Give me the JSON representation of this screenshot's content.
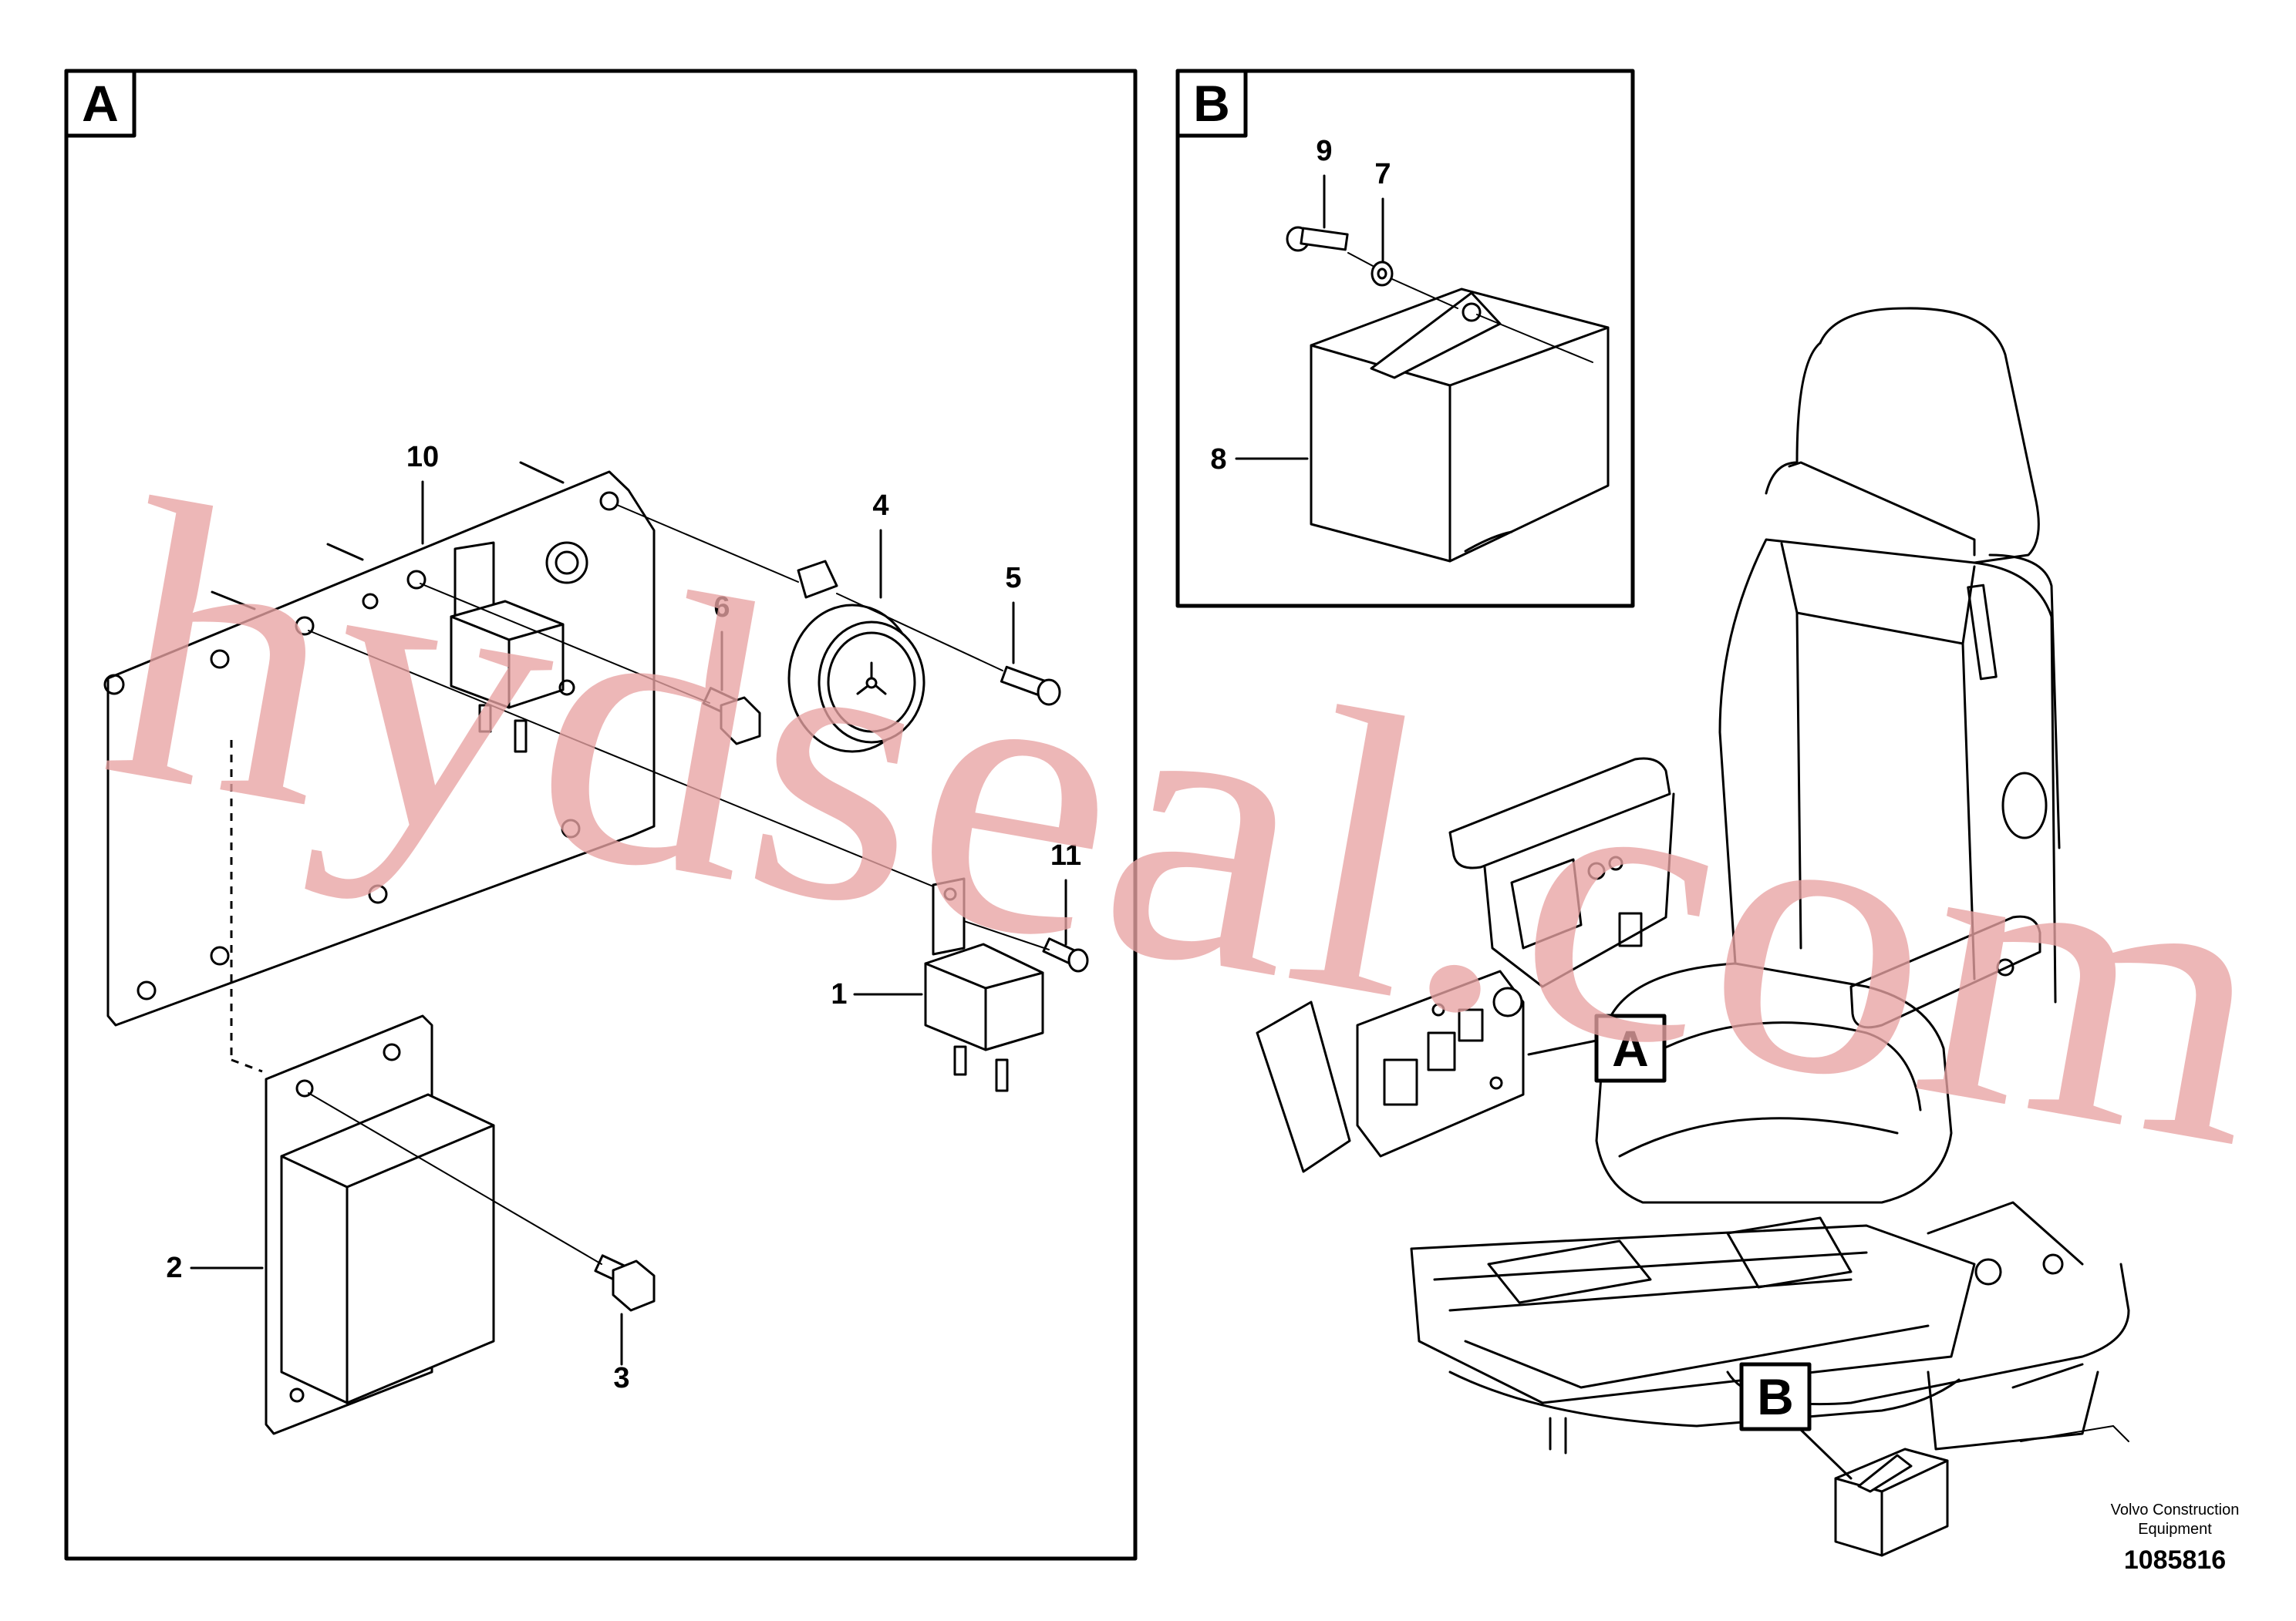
{
  "panels": {
    "a": {
      "letter": "A"
    },
    "b": {
      "letter": "B"
    }
  },
  "callouts": {
    "p1": "1",
    "p2": "2",
    "p3": "3",
    "p4": "4",
    "p5": "5",
    "p6": "6",
    "p7": "7",
    "p8": "8",
    "p9": "9",
    "p10": "10",
    "p11": "11"
  },
  "overview": {
    "ref_a": "A",
    "ref_b": "B"
  },
  "footer": {
    "company_line1": "Volvo Construction",
    "company_line2": "Equipment",
    "drawing_id": "1085816"
  },
  "watermark": {
    "text": "hydseal.com"
  },
  "colors": {
    "ink": "#000000",
    "watermark": "#e8a3a3",
    "background": "#ffffff"
  }
}
